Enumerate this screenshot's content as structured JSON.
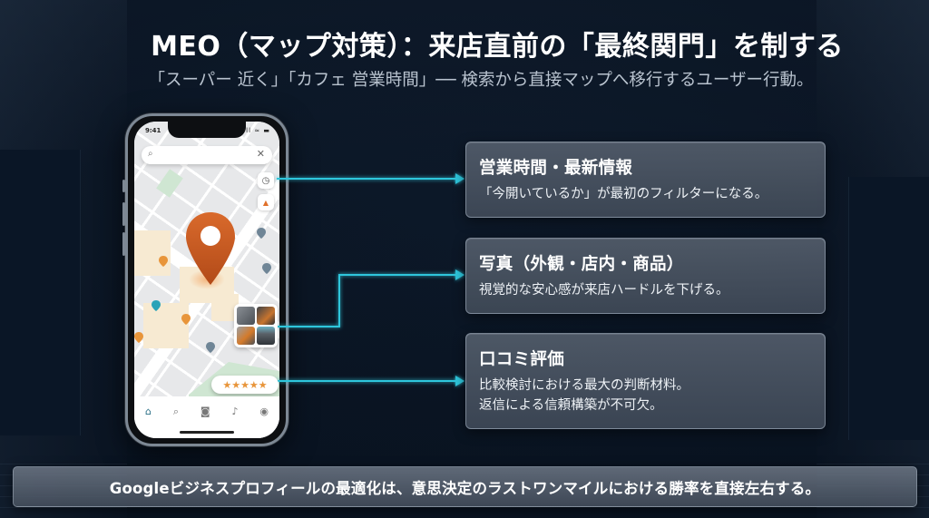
{
  "header": {
    "title": "MEO（マップ対策）：来店直前の「最終関門」を制する",
    "subtitle": "「スーパー 近く」「カフェ 営業時間」── 検索から直接マップへ移行するユーザー行動。"
  },
  "phone": {
    "status_time": "9:41",
    "status_icons": "signal-wifi-battery",
    "status_icons_glyph": "ıll ≈ ▬",
    "search": {
      "placeholder": "",
      "search_icon": "⌕",
      "clear_icon": "✕"
    },
    "map_buttons": [
      {
        "name": "clock-icon",
        "glyph": "◷"
      },
      {
        "name": "compass-icon",
        "glyph": "▲"
      }
    ],
    "rating_stars": "★★★★★",
    "tabbar": [
      {
        "name": "home",
        "glyph": "⌂",
        "active": true
      },
      {
        "name": "search",
        "glyph": "⌕",
        "active": false
      },
      {
        "name": "camera",
        "glyph": "◙",
        "active": false
      },
      {
        "name": "notifications",
        "glyph": "♪",
        "active": false
      },
      {
        "name": "profile",
        "glyph": "◉",
        "active": false
      }
    ]
  },
  "cards": [
    {
      "title": "営業時間・最新情報",
      "lines": [
        "「今開いているか」が最初のフィルターになる。"
      ]
    },
    {
      "title": "写真（外観・店内・商品）",
      "lines": [
        "視覚的な安心感が来店ハードルを下げる。"
      ]
    },
    {
      "title": "口コミ評価",
      "lines": [
        "比較検討における最大の判断材料。",
        "返信による信頼構築が不可欠。"
      ]
    }
  ],
  "footer": {
    "text": "Googleビジネスプロフィールの最適化は、意思決定のラストワンマイルにおける勝率を直接左右する。"
  },
  "colors": {
    "background": "#0b1626",
    "accent_connector": "#2fc6dc",
    "pin_orange": "#c85a22",
    "star_orange": "#e8953a",
    "card_bg": "#5c6674"
  }
}
